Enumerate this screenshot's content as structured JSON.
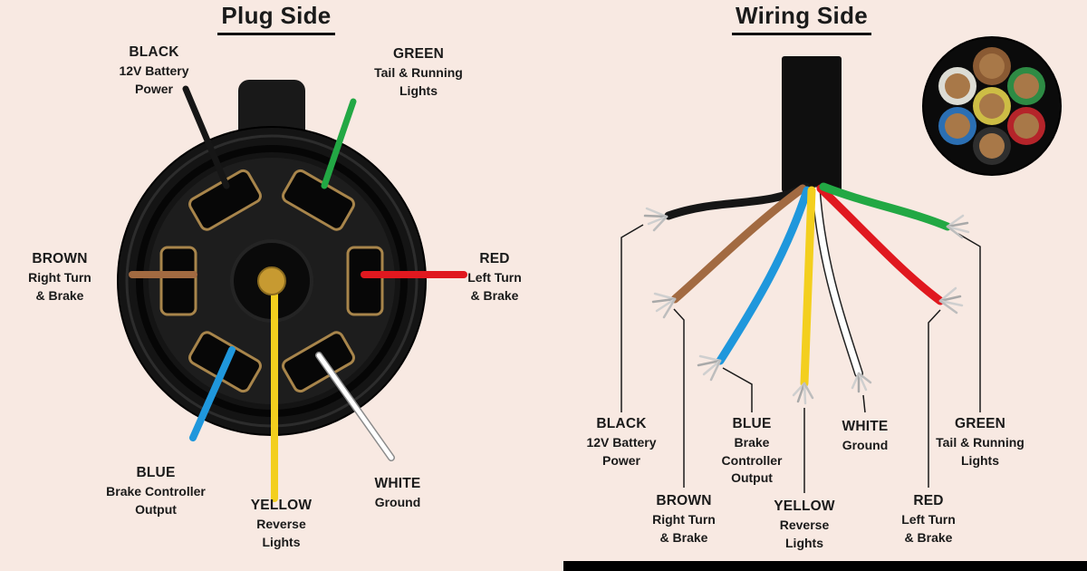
{
  "titles": {
    "plug": "Plug Side",
    "wiring": "Wiring Side"
  },
  "plug_labels": [
    {
      "name": "BLACK",
      "desc": "12V Battery\nPower"
    },
    {
      "name": "GREEN",
      "desc": "Tail & Running\nLights"
    },
    {
      "name": "BROWN",
      "desc": "Right Turn\n& Brake"
    },
    {
      "name": "RED",
      "desc": "Left Turn\n& Brake"
    },
    {
      "name": "BLUE",
      "desc": "Brake Controller\nOutput"
    },
    {
      "name": "YELLOW",
      "desc": "Reverse\nLights"
    },
    {
      "name": "WHITE",
      "desc": "Ground"
    }
  ],
  "wiring_labels": [
    {
      "name": "BLACK",
      "desc": "12V Battery\nPower"
    },
    {
      "name": "BROWN",
      "desc": "Right Turn\n& Brake"
    },
    {
      "name": "BLUE",
      "desc": "Brake\nController\nOutput"
    },
    {
      "name": "YELLOW",
      "desc": "Reverse\nLights"
    },
    {
      "name": "WHITE",
      "desc": "Ground"
    },
    {
      "name": "RED",
      "desc": "Left Turn\n& Brake"
    },
    {
      "name": "GREEN",
      "desc": "Tail & Running\nLights"
    }
  ],
  "colors": {
    "background": "#f8e9e2",
    "black": "#161616",
    "green": "#22a844",
    "brown": "#a26a41",
    "red": "#e0181f",
    "blue": "#1f97dc",
    "yellow": "#f3cf1e",
    "white": "#ffffff",
    "brass": "#a8854b",
    "connector_body": "#161616"
  }
}
